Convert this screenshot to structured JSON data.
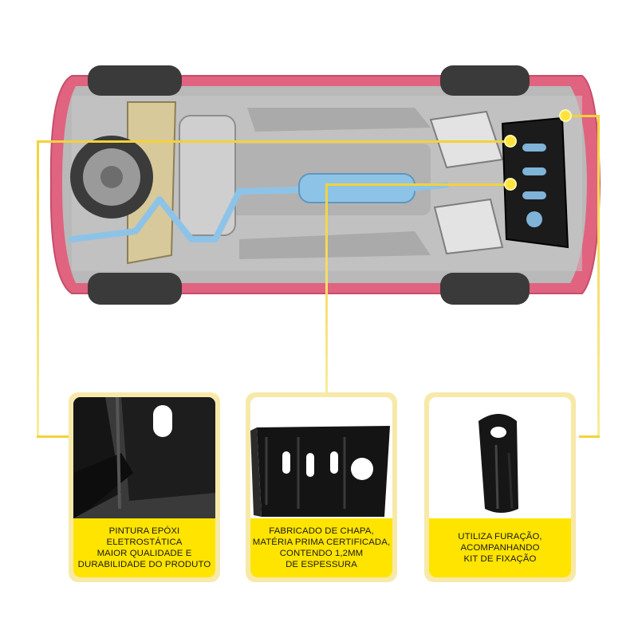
{
  "colors": {
    "accent_yellow": "#ffe400",
    "card_border": "#f7e9a8",
    "line_yellow": "#f3d23a",
    "car_body": "#e0637f",
    "exhaust_blue": "#8ec3e8"
  },
  "features": [
    {
      "icon": "mounting-bracket-closeup",
      "lines": [
        "PINTURA EPÓXI",
        "ELETROSTÁTICA",
        "MAIOR QUALIDADE E",
        "DURABILIDADE DO PRODUTO"
      ]
    },
    {
      "icon": "skid-plate-product",
      "lines": [
        "FABRICADO DE CHAPA,",
        "MATÉRIA PRIMA CERTIFICADA,",
        "CONTENDO 1,2MM",
        "DE ESPESSURA"
      ]
    },
    {
      "icon": "fixing-bracket-hole",
      "lines": [
        "UTILIZA FURAÇÃO,",
        "ACOMPANHANDO",
        "KIT DE FIXAÇÃO"
      ]
    }
  ]
}
